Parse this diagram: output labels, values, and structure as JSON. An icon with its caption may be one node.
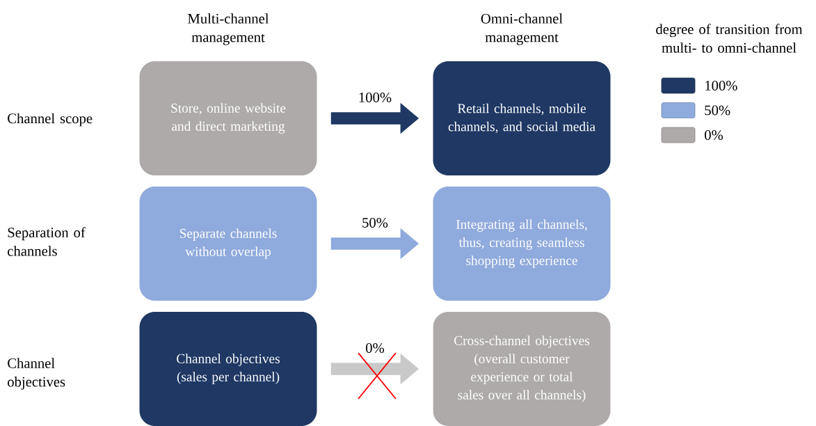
{
  "diagram": {
    "nodes": [
      {
        "text": [
          "Store, online website and direct marketing"
        ]
      },
      {
        "text": [
          "Retail channels, mobile channels, and social media"
        ]
      },
      {
        "text": [
          "Separate channels without overlap"
        ]
      },
      {
        "text": [
          "Integrating all channels, thus, creating seamless shopping experience"
        ]
      },
      {
        "text": [
          "Channel objectives (sales per channel)"
        ]
      },
      {
        "text": [
          "Cross-channel objectives (overall customer experience or total sales over all channels)"
        ]
      }
    ],
    "edges": [
      {
        "from": 0,
        "to": 1,
        "arrow": "to",
        "label": "100%",
        "color": "#1f3864"
      },
      {
        "from": 2,
        "to": 3,
        "arrow": "to",
        "label": "50%",
        "color": "#8faadc"
      },
      {
        "from": 4,
        "to": 5,
        "arrow": "to",
        "label": "0%",
        "color": "#c9c9c9"
      }
    ],
    "labels": [
      "Multi-channel management",
      "Omni-channel management",
      "degree of transition from multi- to omni-channel",
      "Channel scope",
      "Separation of channels",
      "Channel objectives"
    ],
    "legend": [
      {
        "text": "100%",
        "color": "#1f3864"
      },
      {
        "text": "50%",
        "color": "#8faadc"
      },
      {
        "text": "0%",
        "color": "#aeaaaa"
      }
    ]
  }
}
